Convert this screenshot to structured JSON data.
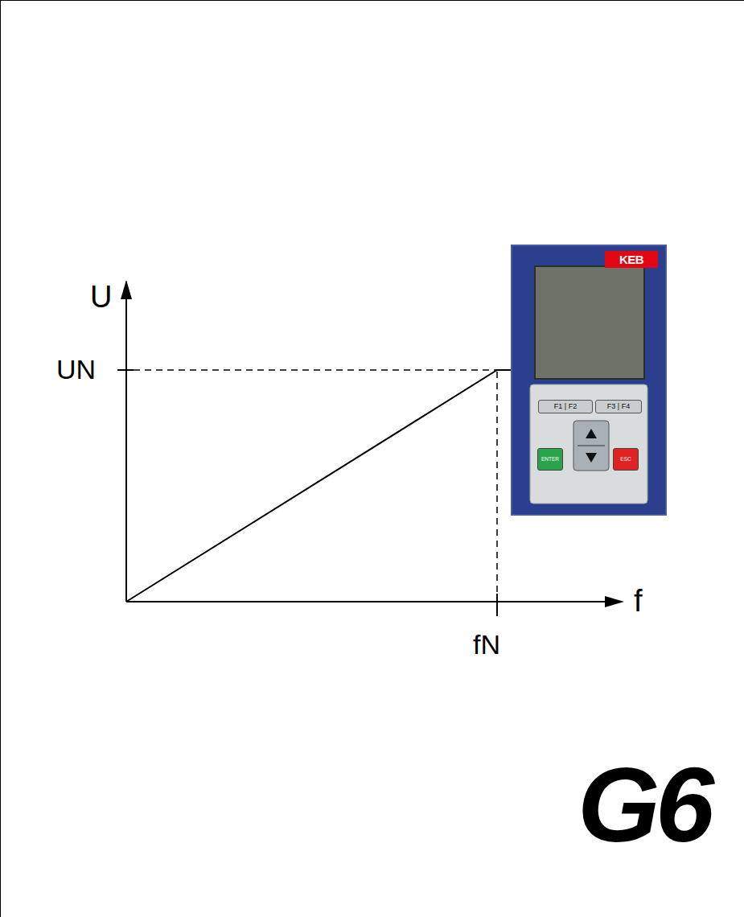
{
  "diagram": {
    "nodes": [
      {
        "text": [
          "KEB"
        ]
      },
      {
        "text": [
          "F1 | F2"
        ],
        "in": 0
      },
      {
        "text": [
          "F3 | F4"
        ],
        "in": 0
      },
      {
        "text": [
          "ENTER"
        ],
        "in": 0
      },
      {
        "text": [
          "ESC"
        ],
        "in": 0
      }
    ],
    "labels": [
      "U",
      "UN",
      "f",
      "fN",
      "G6"
    ]
  }
}
